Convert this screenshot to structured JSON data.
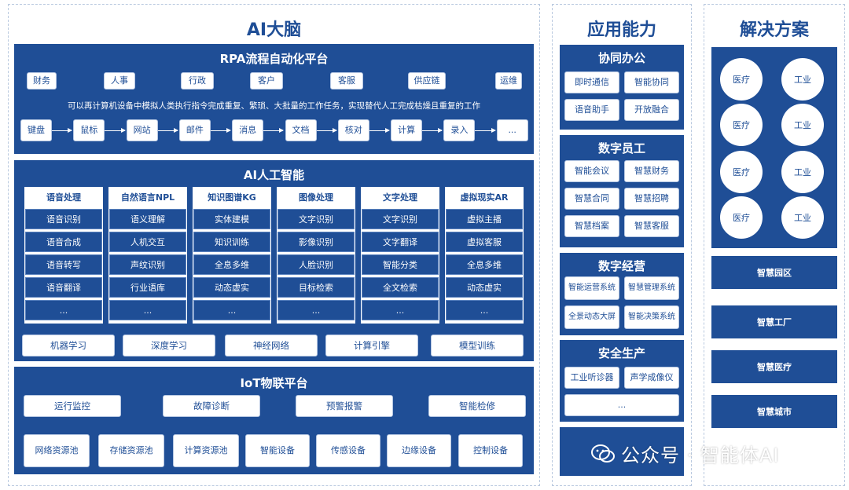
{
  "ai_brain": {
    "title": "AI大脑",
    "rpa": {
      "title": "RPA流程自动化平台",
      "departments": [
        "财务",
        "人事",
        "行政",
        "客户",
        "客服",
        "供应链",
        "运维"
      ],
      "description": "可以再计算机设备中模拟人类执行指令完成重复、繁琐、大批量的工作任务，实现替代人工完成枯燥且重复的工作",
      "steps": [
        "键盘",
        "鼠标",
        "网站",
        "邮件",
        "消息",
        "文档",
        "核对",
        "计算",
        "录入",
        "..."
      ]
    },
    "ai": {
      "title": "AI人工智能",
      "columns": [
        {
          "header": "语音处理",
          "items": [
            "语音识别",
            "语音合成",
            "语音转写",
            "语音翻译",
            "..."
          ]
        },
        {
          "header": "自然语言NPL",
          "items": [
            "语义理解",
            "人机交互",
            "声纹识别",
            "行业语库",
            "..."
          ]
        },
        {
          "header": "知识图谱KG",
          "items": [
            "实体建模",
            "知识训练",
            "全息多维",
            "动态虚实",
            "..."
          ]
        },
        {
          "header": "图像处理",
          "items": [
            "文字识别",
            "影像识别",
            "人脸识别",
            "目标检索",
            "..."
          ]
        },
        {
          "header": "文字处理",
          "items": [
            "文字识别",
            "文字翻译",
            "智能分类",
            "全文检索",
            "..."
          ]
        },
        {
          "header": "虚拟现实AR",
          "items": [
            "虚拟主播",
            "虚拟客服",
            "全息多维",
            "动态虚实",
            "..."
          ]
        }
      ],
      "foundations": [
        "机器学习",
        "深度学习",
        "神经网络",
        "计算引擎",
        "模型训练"
      ]
    },
    "iot": {
      "title": "IoT物联平台",
      "functions": [
        "运行监控",
        "故障诊断",
        "预警报警",
        "智能检修"
      ],
      "resources": [
        "网络资源池",
        "存储资源池",
        "计算资源池",
        "智能设备",
        "传感设备",
        "边缘设备",
        "控制设备"
      ]
    }
  },
  "app": {
    "title": "应用能力",
    "sections": [
      {
        "title": "协同办公",
        "items": [
          "即时通信",
          "智能协同",
          "语音助手",
          "开放融合"
        ]
      },
      {
        "title": "数字员工",
        "items": [
          "智能会议",
          "智慧财务",
          "智慧合同",
          "智慧招聘",
          "智慧档案",
          "智慧客服"
        ]
      },
      {
        "title": "数字经营",
        "items": [
          "智能运营系统",
          "智慧管理系统",
          "全景动态大屏",
          "智能决策系统"
        ]
      },
      {
        "title": "安全生产",
        "items": [
          "工业听诊器",
          "声学成像仪",
          "..."
        ]
      }
    ]
  },
  "solutions": {
    "title": "解决方案",
    "circles": [
      "医疗",
      "工业",
      "医疗",
      "工业",
      "医疗",
      "工业",
      "医疗",
      "工业"
    ],
    "bars": [
      "智慧园区",
      "智慧工厂",
      "智慧医疗",
      "智慧城市"
    ]
  },
  "watermark": {
    "text": "公众号 · 智能体AI"
  }
}
